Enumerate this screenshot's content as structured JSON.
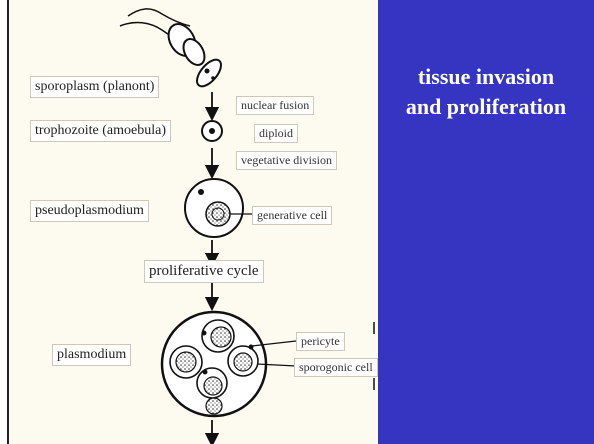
{
  "slide": {
    "title_line1": "tissue invasion",
    "title_line2": "and proliferation",
    "panel_color": "#3535c2"
  },
  "diagram": {
    "stages": {
      "sporoplasm": "sporoplasm (planont)",
      "trophozoite": "trophozoite (amoebula)",
      "pseudoplasmodium": "pseudoplasmodium",
      "proliferative_cycle": "proliferative cycle",
      "plasmodium": "plasmodium"
    },
    "notes": {
      "nuclear_fusion": "nuclear fusion",
      "diploid": "diploid",
      "vegetative_division": "vegetative division",
      "generative_cell": "generative cell",
      "pericyte": "pericyte",
      "sporogonic_cell": "sporogonic cell"
    }
  }
}
